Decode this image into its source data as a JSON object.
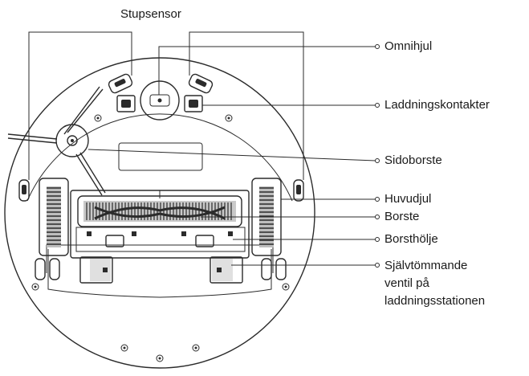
{
  "labels": {
    "cliff_sensor": "Stupsensor",
    "omni_wheel": "Omnihjul",
    "charging_contacts": "Laddningskontakter",
    "side_brush": "Sidoborste",
    "main_wheel": "Huvudjul",
    "brush": "Borste",
    "brush_cover": "Borsthölje",
    "self_empty_valve_line1": "Självtömmande",
    "self_empty_valve_line2": "ventil på",
    "self_empty_valve_line3": "laddningsstationen"
  },
  "colors": {
    "line": "#2b2b2b",
    "fill_dark": "#2b2b2b",
    "fill_grey": "#bdbdbd",
    "text": "#1a1a1a"
  }
}
